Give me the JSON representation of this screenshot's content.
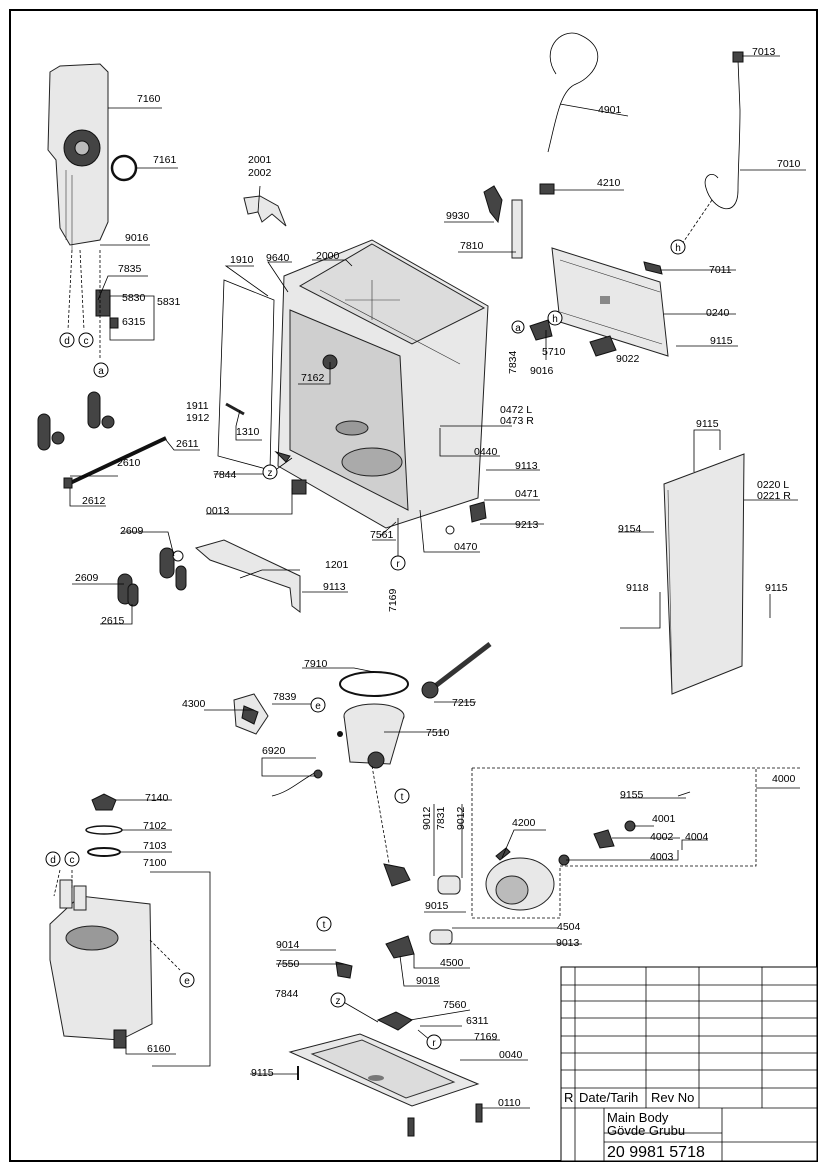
{
  "labels": {
    "p7160": "7160",
    "p7161": "7161",
    "p9016a": "9016",
    "p7835": "7835",
    "p5830": "5830",
    "p5831": "5831",
    "p6315": "6315",
    "p2001": "2001",
    "p2002": "2002",
    "p1910": "1910",
    "p9640": "9640",
    "p2000": "2000",
    "p4901": "4901",
    "p4210": "4210",
    "p9930": "9930",
    "p7810": "7810",
    "p7013": "7013",
    "p7010": "7010",
    "p7011": "7011",
    "p0240": "0240",
    "p9115a": "9115",
    "p7834": "7834",
    "p5710": "5710",
    "p9016b": "9016",
    "p9022": "9022",
    "p7162": "7162",
    "p1911": "1911",
    "p1912": "1912",
    "p1310": "1310",
    "p2611": "2611",
    "p2610": "2610",
    "p2612": "2612",
    "p0472": "0472 L",
    "p0473": "0473 R",
    "p0440": "0440",
    "p9113a": "9113",
    "p0471": "0471",
    "p9213": "9213",
    "p0470": "0470",
    "p7844a": "7844",
    "p0013": "0013",
    "p7561": "7561",
    "p7169a": "7169",
    "p9115b": "9115",
    "p0220": "0220 L",
    "p0221": "0221 R",
    "p9154": "9154",
    "p9118": "9118",
    "p9115c": "9115",
    "p2609a": "2609",
    "p2609b": "2609",
    "p2615": "2615",
    "p1201": "1201",
    "p9113b": "9113",
    "p7910": "7910",
    "p4300": "4300",
    "p7839": "7839",
    "p7215": "7215",
    "p7510": "7510",
    "p6920": "6920",
    "p4000": "4000",
    "p9155": "9155",
    "p4001": "4001",
    "p4002": "4002",
    "p4004": "4004",
    "p4003": "4003",
    "p9012a": "9012",
    "p7831": "7831",
    "p9012b": "9012",
    "p4200": "4200",
    "p9015": "9015",
    "p4504": "4504",
    "p9013": "9013",
    "p4500": "4500",
    "p9018": "9018",
    "p9014": "9014",
    "p7550": "7550",
    "p7140": "7140",
    "p7102": "7102",
    "p7103": "7103",
    "p7100": "7100",
    "p6160": "6160",
    "p7844b": "7844",
    "p7560": "7560",
    "p6311": "6311",
    "p7169b": "7169",
    "p0040": "0040",
    "p9115d": "9115",
    "p0110": "0110"
  },
  "callouts": {
    "a1": "a",
    "c1": "c",
    "d1": "d",
    "a2": "a",
    "h1": "h",
    "h2": "h",
    "z1": "z",
    "r1": "r",
    "e1": "e",
    "t1": "t",
    "t2": "t",
    "d2": "d",
    "c2": "c",
    "e2": "e",
    "z2": "z",
    "r2": "r"
  },
  "title_block": {
    "rev_mark": "R",
    "date_header": "Date/Tarih",
    "rev_header": "Rev No",
    "title_en": "Main Body",
    "title_tr": "Gövde Grubu",
    "doc_number": "20 9981 5718"
  }
}
